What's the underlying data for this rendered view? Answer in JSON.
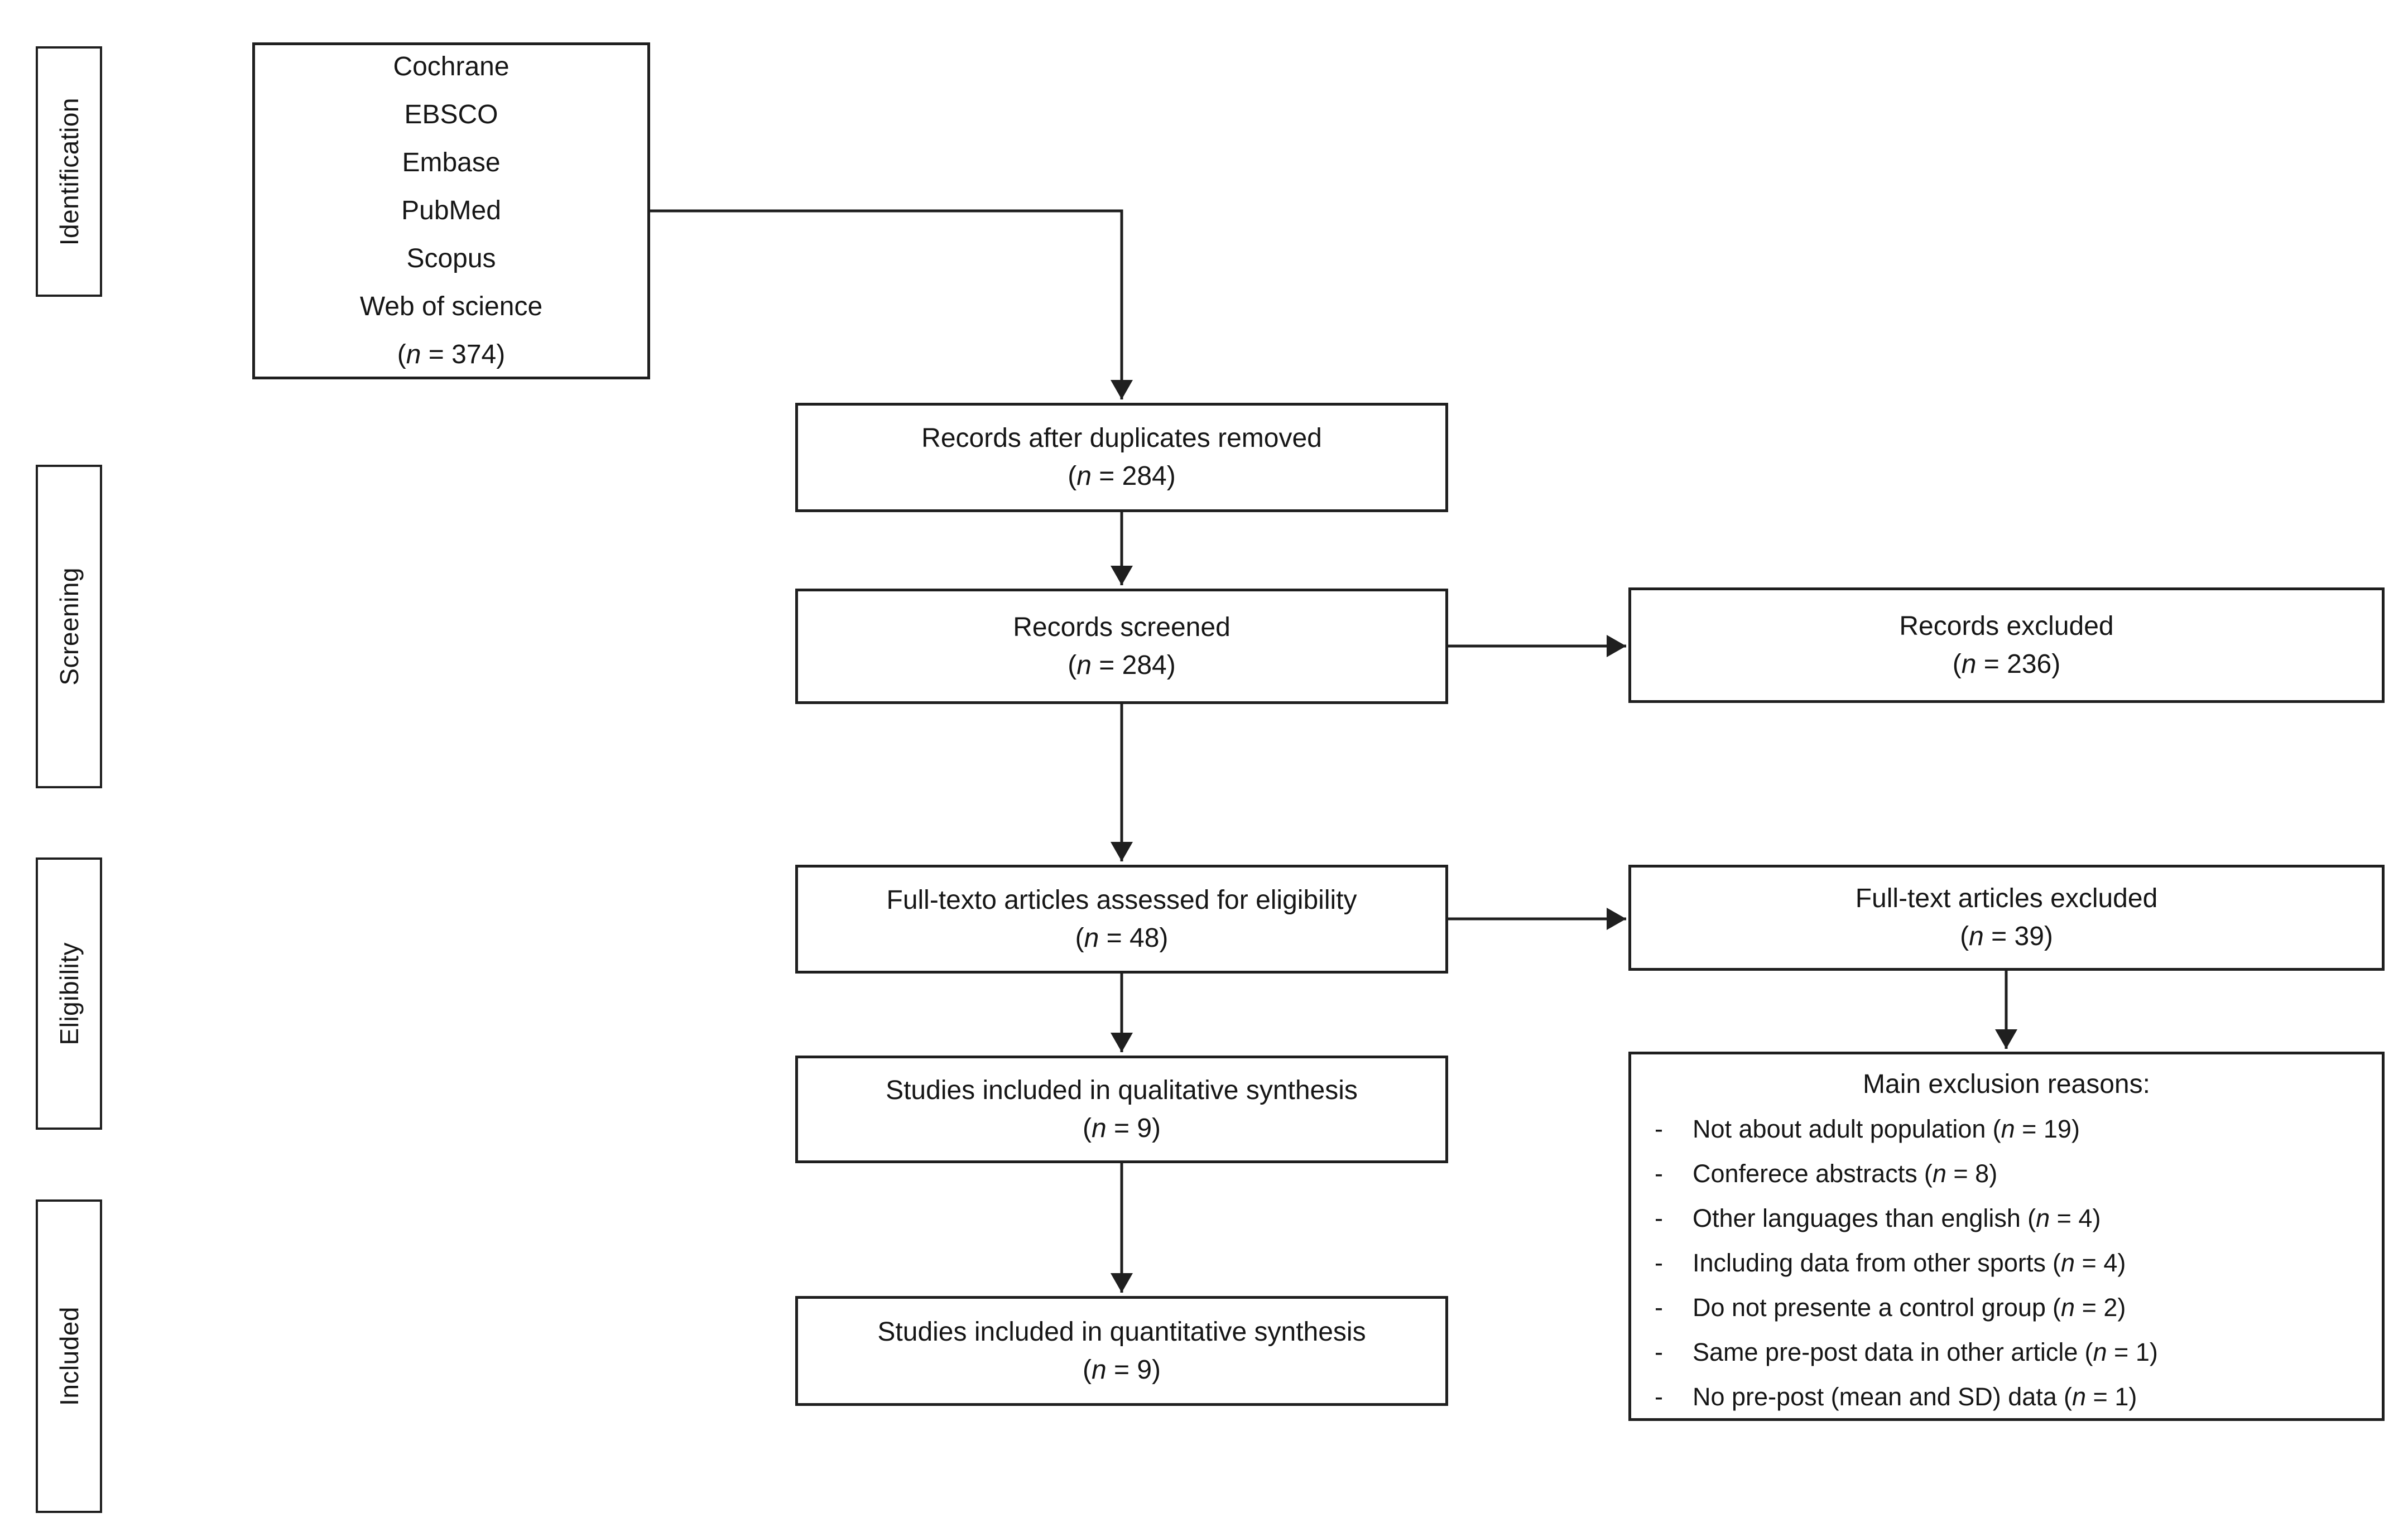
{
  "n_format": {
    "open": "(",
    "var": "n",
    "eq": " = ",
    "close": ")"
  },
  "stages": [
    {
      "label": "Identification"
    },
    {
      "label": "Screening"
    },
    {
      "label": "Eligibility"
    },
    {
      "label": "Included"
    }
  ],
  "boxes": {
    "sources": {
      "lines": [
        "Cochrane",
        "EBSCO",
        "Embase",
        "PubMed",
        "Scopus",
        "Web of science"
      ],
      "n": "374"
    },
    "duplicates_removed": {
      "label": "Records after duplicates removed",
      "n": "284"
    },
    "records_screened": {
      "label": "Records screened",
      "n": "284"
    },
    "records_excluded": {
      "label": "Records excluded",
      "n": "236"
    },
    "fulltext_assessed": {
      "label": "Full-texto articles assessed for eligibility",
      "n": "48"
    },
    "fulltext_excluded": {
      "label": "Full-text articles excluded",
      "n": "39"
    },
    "qualitative_synthesis": {
      "label": "Studies included in qualitative synthesis",
      "n": "9"
    },
    "quantitative_synthesis": {
      "label": "Studies included in quantitative synthesis",
      "n": "9"
    },
    "exclusion_reasons": {
      "title": "Main exclusion reasons:",
      "bullet": "-",
      "items": [
        {
          "text": "Not about adult population",
          "n": "19"
        },
        {
          "text": "Conferece abstracts",
          "n": "8"
        },
        {
          "text": "Other languages than english",
          "n": "4"
        },
        {
          "text": "Including data from other sports",
          "n": "4"
        },
        {
          "text": "Do not presente a control group",
          "n": "2"
        },
        {
          "text": "Same pre-post data in other article",
          "n": "1"
        },
        {
          "text": "No pre-post (mean and SD) data",
          "n": "1"
        }
      ]
    }
  },
  "colors": {
    "border": "#1f1f1f",
    "text": "#161616",
    "arrow": "#1f1f1f",
    "background": "#ffffff"
  }
}
